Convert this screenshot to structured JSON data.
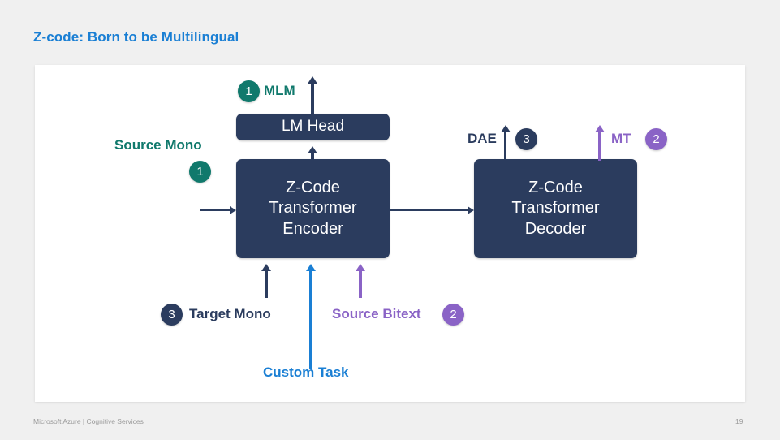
{
  "slide": {
    "title": "Z-code: Born to be Multilingual",
    "footer": "Microsoft Azure | Cognitive Services",
    "page_number": "19"
  },
  "colors": {
    "title_blue": "#1a7fd4",
    "node_navy": "#2b3c5e",
    "teal": "#10796c",
    "purple": "#8a63c6",
    "blue": "#1a7fd4",
    "background": "#f0f0f0",
    "panel": "#ffffff",
    "footer_gray": "#9b9b9b"
  },
  "diagram": {
    "nodes": {
      "lm_head": {
        "label": "LM Head"
      },
      "encoder": {
        "line1": "Z-Code",
        "line2": "Transformer",
        "line3": "Encoder"
      },
      "decoder": {
        "line1": "Z-Code",
        "line2": "Transformer",
        "line3": "Decoder"
      }
    },
    "labels": {
      "mlm": "MLM",
      "source_mono": "Source Mono",
      "dae": "DAE",
      "mt": "MT",
      "target_mono": "Target Mono",
      "source_bitext": "Source Bitext",
      "custom_task": "Custom Task"
    },
    "badges": {
      "mlm": "1",
      "source_mono": "1",
      "dae": "3",
      "mt": "2",
      "target_mono": "3",
      "source_bitext": "2"
    }
  }
}
